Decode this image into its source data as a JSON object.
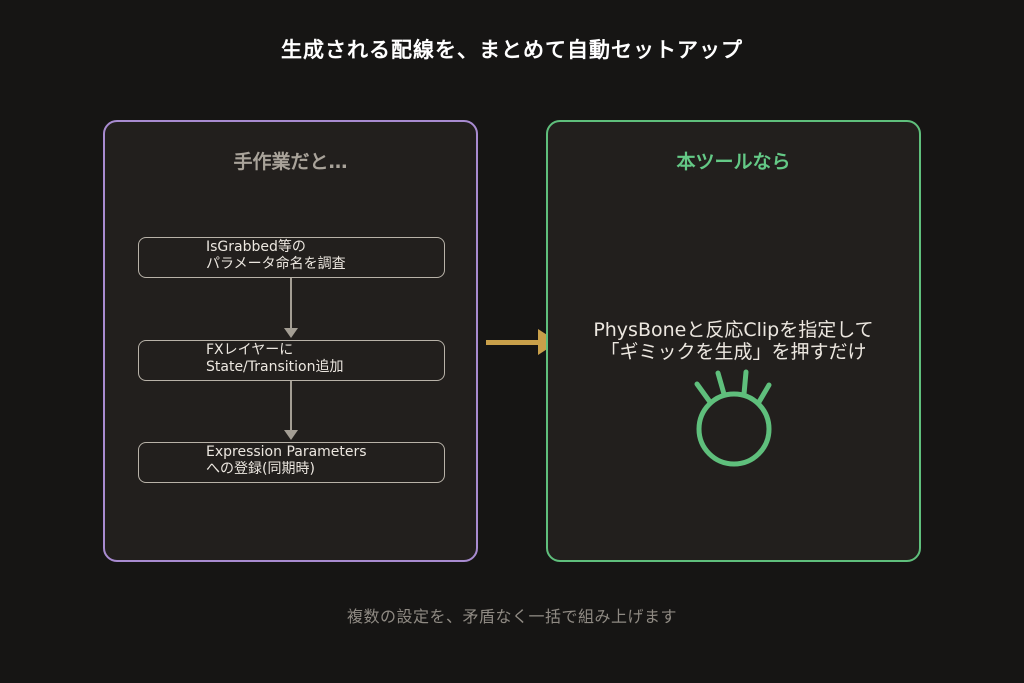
{
  "title": "生成される配線を、まとめて自動セットアップ",
  "left_panel": {
    "heading": "手作業だと…",
    "steps": [
      {
        "line1": "IsGrabbed等の",
        "line2": "パラメータ命名を調査"
      },
      {
        "line1": "FXレイヤーに",
        "line2": "State/Transition追加"
      },
      {
        "line1": "Expression Parameters",
        "line2": "への登録(同期時)"
      }
    ]
  },
  "right_panel": {
    "heading": "本ツールなら",
    "line1": "PhysBoneと反応Clipを指定して",
    "line2": "「ギミックを生成」を押すだけ",
    "icon": "sparkle-circle-icon"
  },
  "footer": "複数の設定を、矛盾なく一括で組み上げます",
  "colors": {
    "background": "#161514",
    "panel": "#221f1d",
    "left_border": "#a88bd0",
    "right_border": "#5fbf7c",
    "arrow": "#c9a04a"
  }
}
